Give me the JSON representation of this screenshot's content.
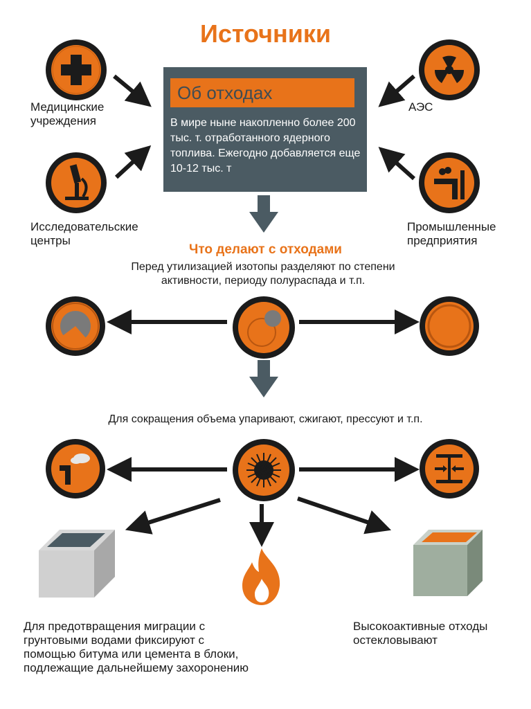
{
  "title": "Источники",
  "info_box": {
    "heading": "Об отходах",
    "text": "В мире ныне накопленно более 200 тыс. т. отработанного ядерного топлива. Ежегодно добавляется еще 10-12 тыс. т"
  },
  "sources": {
    "medical": "Медицинские учреждения",
    "research": "Исследовательские центры",
    "npp": "АЭС",
    "industrial": "Промышленные предприятия"
  },
  "section_title": "Что делают с отходами",
  "separation_text": "Перед утилизацией изотопы разделяют по степени активности, периоду полураспада и т.п.",
  "reduction_text": "Для сокращения объема упаривают, сжигают, прессуют и т.п.",
  "bottom": {
    "left": "Для предотвращения миграции с грунтовыми водами фиксируют с помощью битума или цемента в блоки, подлежащие дальнейшему захоронению",
    "right": "Высокоактивные отходы остекловывают"
  },
  "colors": {
    "orange": "#e8731a",
    "dark": "#4b5b63",
    "black": "#1b1b1b"
  },
  "icons": [
    "medical-cross-icon",
    "microscope-icon",
    "radiation-icon",
    "factory-icon",
    "isotope-split-icon",
    "isotope-small-icon",
    "isotope-large-icon",
    "evaporation-icon",
    "sun-icon",
    "press-icon",
    "cement-block-icon",
    "fire-icon",
    "glass-block-icon"
  ]
}
